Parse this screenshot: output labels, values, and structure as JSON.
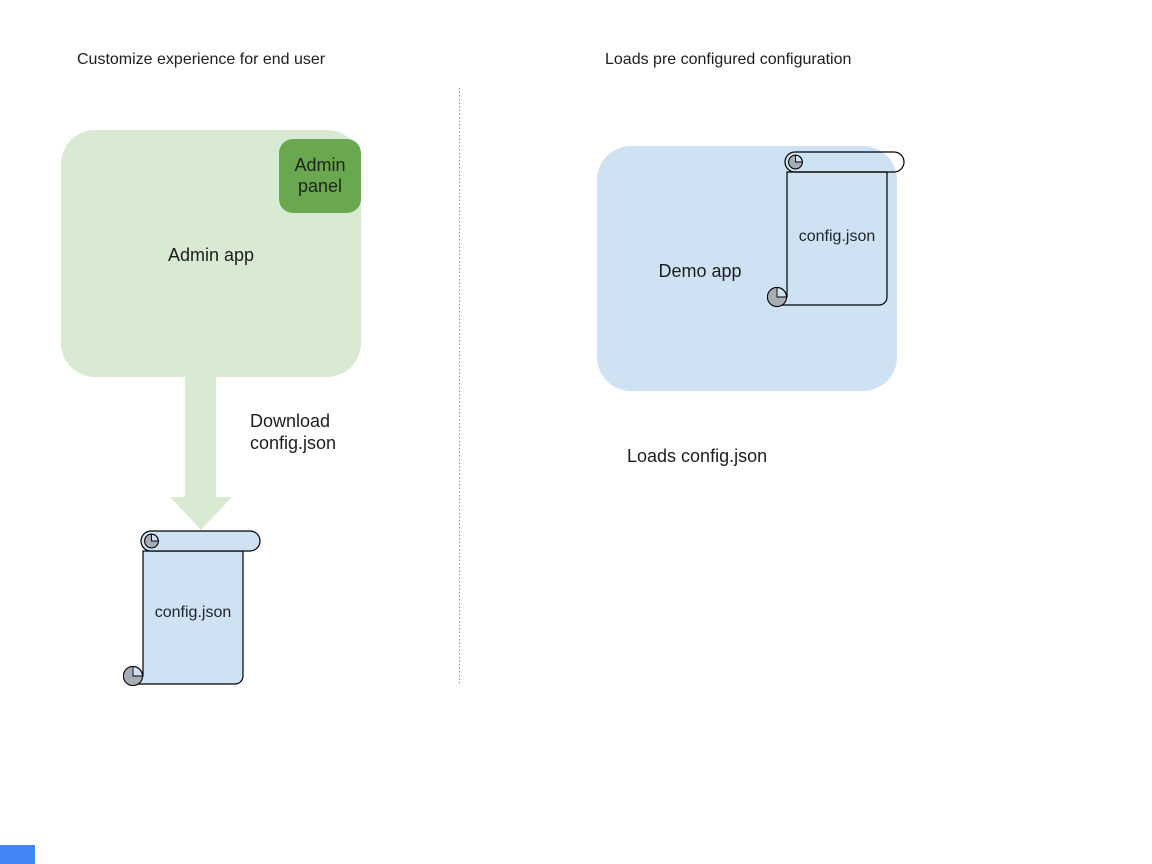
{
  "left_section": {
    "title": "Customize experience for end user",
    "admin_app_label": "Admin app",
    "admin_panel_label": "Admin panel",
    "arrow_label": "Download config.json",
    "config_file_label": "config.json"
  },
  "right_section": {
    "title": "Loads pre configured configuration",
    "demo_app_label": "Demo app",
    "config_file_label": "config.json",
    "caption": "Loads config.json"
  },
  "colors": {
    "admin_app_bg": "#d9ead3",
    "admin_panel_bg": "#6aa84f",
    "demo_app_bg": "#cfe2f3",
    "file_scroll_bg": "#cfe2f3",
    "scroll_curl_gray": "#a6adb5",
    "arrow_green": "#d9ead3",
    "corner_marker_blue": "#4285f4",
    "text_dark": "#1d1d1d",
    "divider_gray": "#909090"
  }
}
